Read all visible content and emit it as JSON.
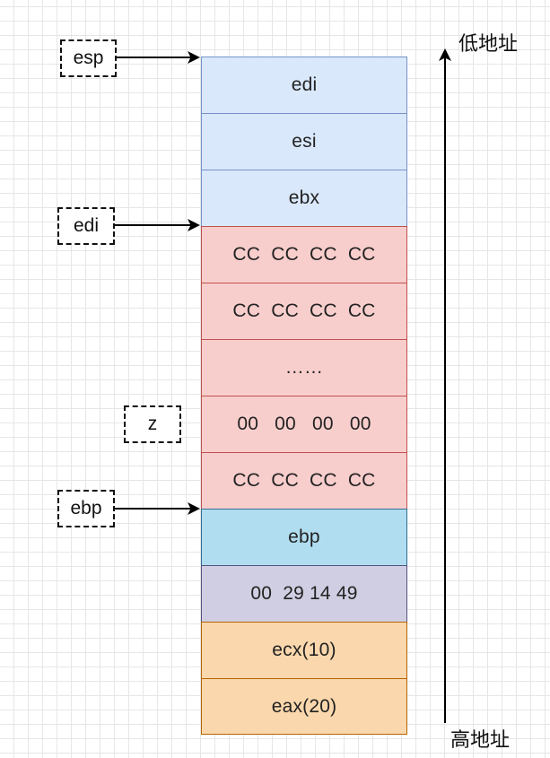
{
  "stack": [
    {
      "label": "edi",
      "color": "blue"
    },
    {
      "label": "esi",
      "color": "blue"
    },
    {
      "label": "ebx",
      "color": "blue"
    },
    {
      "label": "CC  CC  CC  CC",
      "color": "red"
    },
    {
      "label": "CC  CC  CC  CC",
      "color": "red"
    },
    {
      "label": "……",
      "color": "red"
    },
    {
      "label": "00   00   00   00",
      "color": "red"
    },
    {
      "label": "CC  CC  CC  CC",
      "color": "red"
    },
    {
      "label": "ebp",
      "color": "cyan"
    },
    {
      "label": "00  29 14 49",
      "color": "lavender"
    },
    {
      "label": "ecx(10)",
      "color": "orange"
    },
    {
      "label": "eax(20)",
      "color": "orange"
    }
  ],
  "pointers": {
    "esp": "esp",
    "edi": "edi",
    "z": "z",
    "ebp": "ebp"
  },
  "address": {
    "low": "低地址",
    "high": "高地址"
  }
}
